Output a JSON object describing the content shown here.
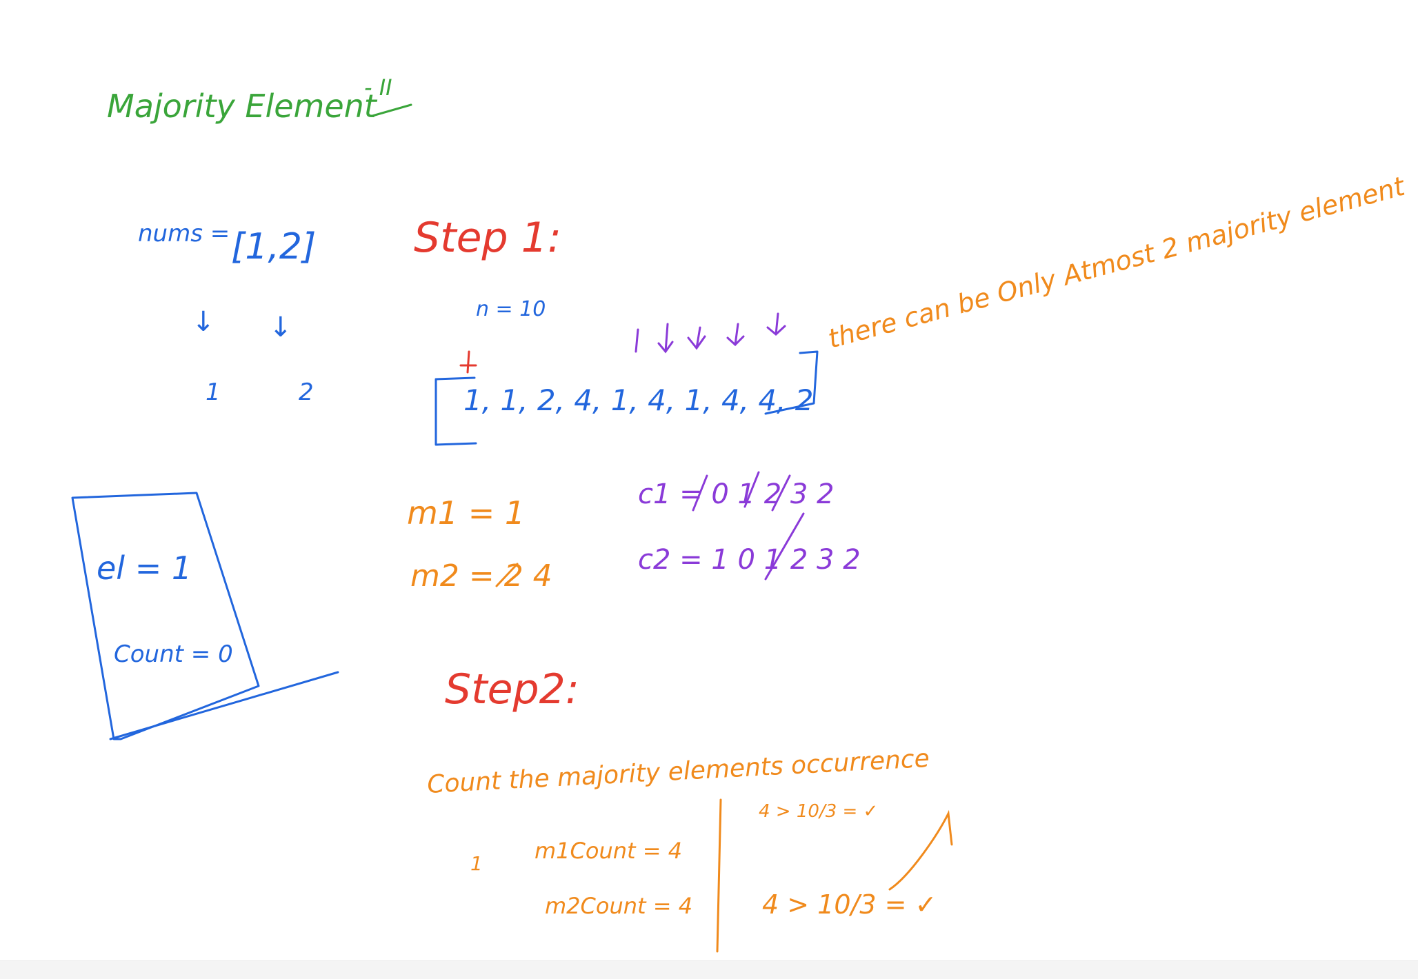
{
  "colors": {
    "green": "#3aa53a",
    "blue": "#2266dd",
    "red": "#e43a2f",
    "orange": "#f08a1c",
    "purple": "#8a3ad8",
    "background": "#ffffff"
  },
  "title": {
    "text": "Majority Element",
    "suffix": "- II"
  },
  "example": {
    "label": "nums =",
    "values": "[1,2]",
    "arrow1": "↓",
    "arrow2": "↓",
    "out1": "1",
    "out2": "2",
    "box_el": "el = 1",
    "box_count": "Count = 0"
  },
  "step1": {
    "heading": "Step 1:",
    "n": "n = 10",
    "array": "1, 1, 2, 4, 1, 4, 1, 4, 4, 2",
    "note": "there can be Only Atmost 2 majority element",
    "m1": "m1 = 1",
    "m2": "m2 = 2 4",
    "c1": "c1 = 0 1 2 3 2",
    "c2": "c2 = 1 0 1 2 3 2"
  },
  "step2": {
    "heading": "Step2:",
    "desc": "Count the majority elements occurrence",
    "num": "1",
    "m1count": "m1Count = 4",
    "m2count": "m2Count = 4",
    "check1": "4 > 10/3 = ✓",
    "check2": "4 > 10/3 = ✓"
  }
}
